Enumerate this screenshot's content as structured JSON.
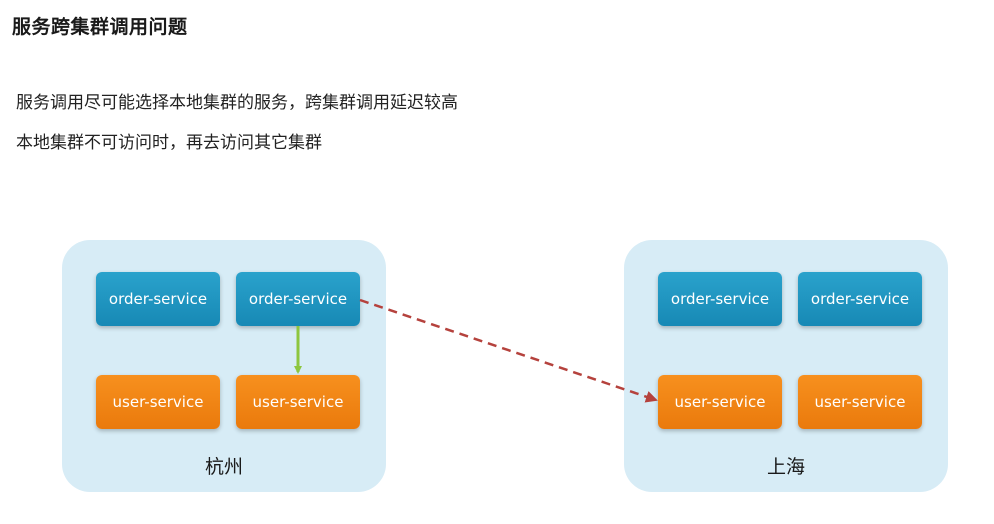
{
  "title": "服务跨集群调用问题",
  "bullets": [
    "服务调用尽可能选择本地集群的服务，跨集群调用延迟较高",
    "本地集群不可访问时，再去访问其它集群"
  ],
  "clusters": [
    {
      "name": "杭州",
      "services": [
        "order-service",
        "order-service",
        "user-service",
        "user-service"
      ]
    },
    {
      "name": "上海",
      "services": [
        "order-service",
        "order-service",
        "user-service",
        "user-service"
      ]
    }
  ],
  "colors": {
    "cluster_bg": "#d7ecf6",
    "order_service": "#1a90bd",
    "user_service": "#f0830f",
    "local_call_arrow": "#8dc63f",
    "remote_call_arrow": "#b5423d"
  },
  "arrows": {
    "local_call": "green-solid",
    "remote_call": "red-dashed"
  }
}
